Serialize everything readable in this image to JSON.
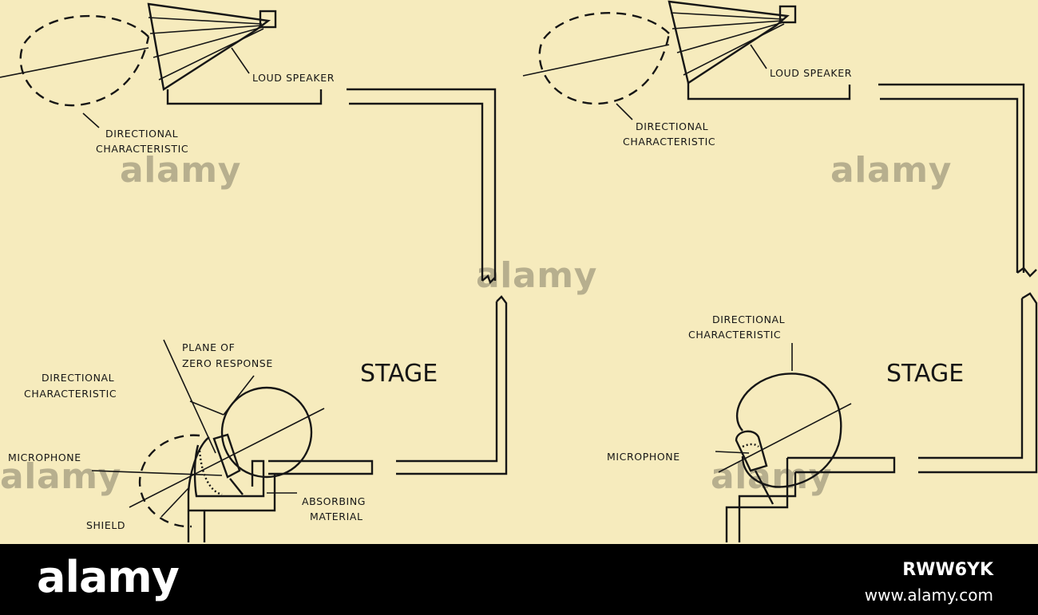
{
  "left_diagram": {
    "speaker_label": "LOUD SPEAKER",
    "speaker_pattern_label": [
      "DIRECTIONAL",
      "CHARACTERISTIC"
    ],
    "zero_plane_label": [
      "PLANE OF",
      "ZERO RESPONSE"
    ],
    "mic_pattern_label": [
      "DIRECTIONAL",
      "CHARACTERISTIC"
    ],
    "microphone_label": "MICROPHONE",
    "shield_label": "SHIELD",
    "absorbing_label": [
      "ABSORBING",
      "MATERIAL"
    ],
    "stage_label": "STAGE"
  },
  "right_diagram": {
    "speaker_label": "LOUD SPEAKER",
    "speaker_pattern_label": [
      "DIRECTIONAL",
      "CHARACTERISTIC"
    ],
    "mic_pattern_label": [
      "DIRECTIONAL",
      "CHARACTERISTIC"
    ],
    "microphone_label": "MICROPHONE",
    "stage_label": "STAGE"
  },
  "watermark": "alamy",
  "footer": {
    "logo": "alamy",
    "image_id": "RWW6YK",
    "url": "www.alamy.com"
  },
  "colors": {
    "background": "#f6ebbd",
    "ink": "#161616",
    "footer": "#000000"
  }
}
